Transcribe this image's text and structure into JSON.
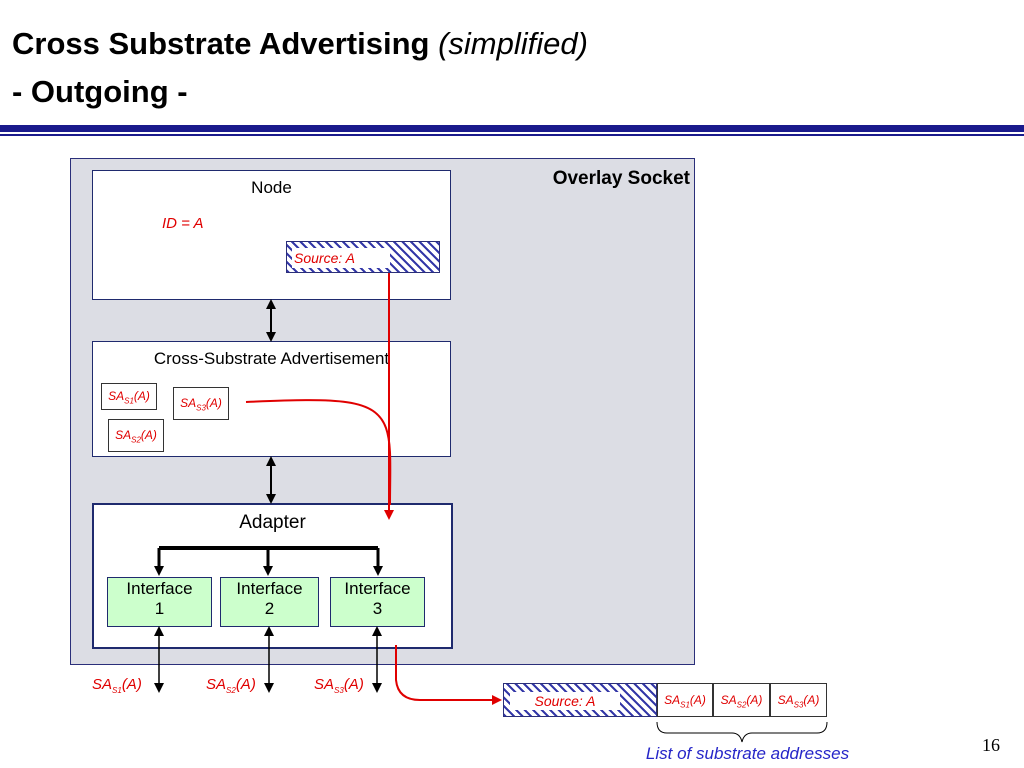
{
  "slide": {
    "title_main": "Cross Substrate Advertising",
    "title_italic": "(simplified)",
    "subtitle": "- Outgoing -",
    "page_number": "16"
  },
  "overlay_socket": {
    "label": "Overlay Socket"
  },
  "node": {
    "label": "Node",
    "id_text": "ID = A",
    "source_text": "Source:  A"
  },
  "csa": {
    "label": "Cross-Substrate Advertisement",
    "entries": [
      {
        "prefix": "SA",
        "sub": "S1",
        "suffix": "(A)"
      },
      {
        "prefix": "SA",
        "sub": "S3",
        "suffix": "(A)"
      },
      {
        "prefix": "SA",
        "sub": "S2",
        "suffix": "(A)"
      }
    ]
  },
  "adapter": {
    "label": "Adapter",
    "interfaces": [
      {
        "line1": "Interface",
        "line2": "1"
      },
      {
        "line1": "Interface",
        "line2": "2"
      },
      {
        "line1": "Interface",
        "line2": "3"
      }
    ]
  },
  "substrate_addresses": [
    {
      "prefix": "SA",
      "sub": "S1",
      "suffix": "(A)"
    },
    {
      "prefix": "SA",
      "sub": "S2",
      "suffix": "(A)"
    },
    {
      "prefix": "SA",
      "sub": "S3",
      "suffix": "(A)"
    }
  ],
  "message": {
    "source_text": "Source: A",
    "cells": [
      {
        "prefix": "SA",
        "sub": "S1",
        "suffix": "(A)"
      },
      {
        "prefix": "SA",
        "sub": "S2",
        "suffix": "(A)"
      },
      {
        "prefix": "SA",
        "sub": "S3",
        "suffix": "(A)"
      }
    ],
    "list_label": "List of substrate addresses"
  },
  "colors": {
    "accent_red": "#e00000",
    "title_bar_blue": "#1a1a8c",
    "overlay_bg": "#dcdde4",
    "interface_green": "#ccffcc",
    "label_blue": "#2525c8"
  }
}
